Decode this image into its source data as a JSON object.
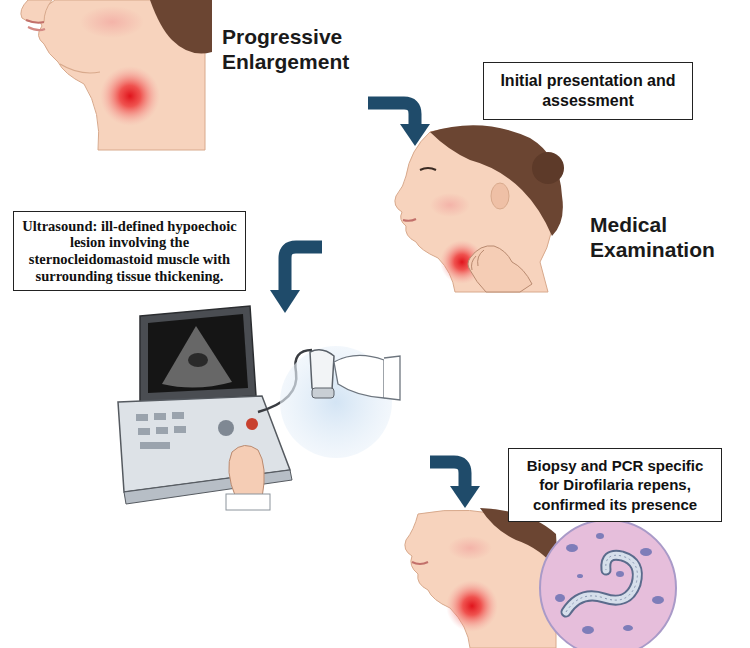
{
  "diagram": {
    "nodes": [
      {
        "text": [
          "Initial presentation and assessment"
        ]
      },
      {
        "text": [
          "Ultrasound: ill-defined hypoechoic lesion involving the sternocleidomastoid muscle with surrounding tissue thickening."
        ]
      },
      {
        "text": [
          "Biopsy and PCR specific for Dirofilaria repens, confirmed its presence"
        ]
      }
    ],
    "labels": [
      "Progressive Enlargement",
      "Medical Examination"
    ]
  }
}
